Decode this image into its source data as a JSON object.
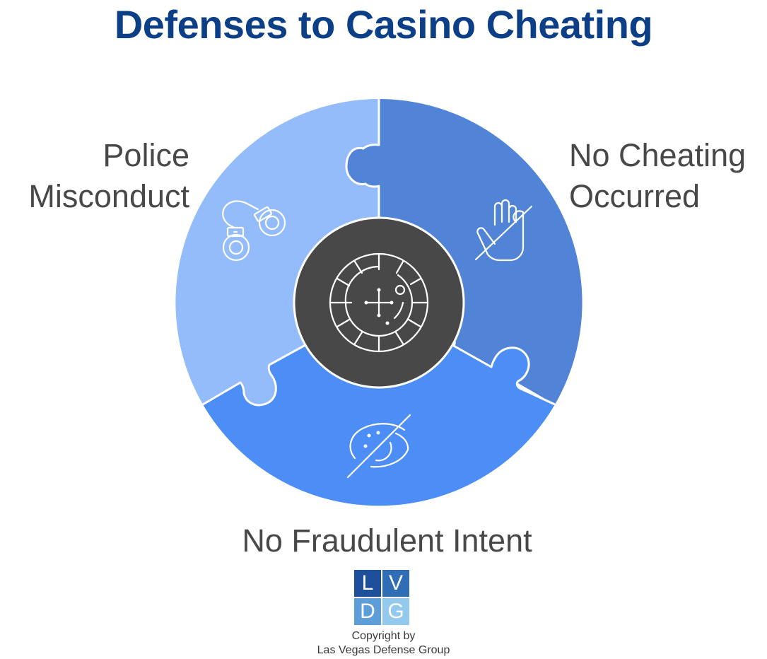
{
  "title": "Defenses to Casino Cheating",
  "segments": [
    {
      "id": "police-misconduct",
      "label_lines": [
        "Police",
        "Misconduct"
      ],
      "icon": "handcuffs-icon",
      "color": "#94bcfb"
    },
    {
      "id": "no-cheating-occurred",
      "label_lines": [
        "No Cheating",
        "Occurred"
      ],
      "icon": "raised-hand-slashed-icon",
      "color": "#5184d6"
    },
    {
      "id": "no-fraudulent-intent",
      "label_lines": [
        "No Fraudulent Intent"
      ],
      "icon": "eye-slashed-icon",
      "color": "#4c8ef6"
    }
  ],
  "center": {
    "icon": "roulette-wheel-icon",
    "color": "#484848"
  },
  "colors": {
    "title": "#0d3f86",
    "text": "#484848",
    "divider": "#ffffff"
  },
  "logo": {
    "letters": [
      "L",
      "V",
      "D",
      "G"
    ],
    "colors": [
      "#1e4f9a",
      "#2f6db5",
      "#5e9ed8",
      "#94c9ee"
    ]
  },
  "copyright": {
    "line1": "Copyright by",
    "line2": "Las Vegas Defense Group"
  }
}
